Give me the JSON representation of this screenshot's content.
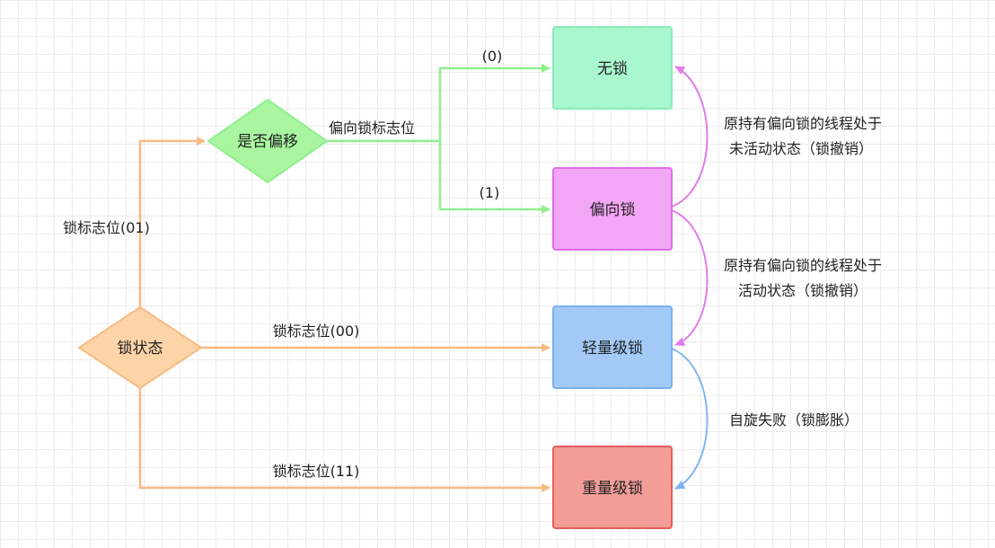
{
  "nodes": {
    "lock_state": "锁状态",
    "is_biased": "是否偏移",
    "no_lock": "无锁",
    "biased_lock": "偏向锁",
    "lightweight_lock": "轻量级锁",
    "heavyweight_lock": "重量级锁"
  },
  "edges": {
    "flag_01": "锁标志位(01)",
    "bias_flag": "偏向锁标志位",
    "bias_0": "(0)",
    "bias_1": "(1)",
    "flag_00": "锁标志位(00)",
    "flag_11": "锁标志位(11)"
  },
  "transitions": {
    "revoke_inactive_line1": "原持有偏向锁的线程处于",
    "revoke_inactive_line2": "未活动状态（锁撤销）",
    "revoke_active_line1": "原持有偏向锁的线程处于",
    "revoke_active_line2": "活动状态（锁撤销）",
    "spin_fail": "自旋失败（锁膨胀）"
  },
  "colors": {
    "orange": "#f7bb82",
    "orange_fill": "#fcd4a8",
    "green": "#8ff08f",
    "green_fill": "#a9f5a0",
    "no_lock_fill": "#a8f7cf",
    "no_lock_stroke": "#8ce9b7",
    "biased_fill": "#f2a6f5",
    "biased_stroke": "#de6ee8",
    "light_fill": "#a3caf7",
    "light_stroke": "#7ab0ee",
    "heavy_fill": "#f29d98",
    "heavy_stroke": "#e35e58",
    "magenta_arc": "#e27be8",
    "blue_arc": "#82b4f2"
  }
}
